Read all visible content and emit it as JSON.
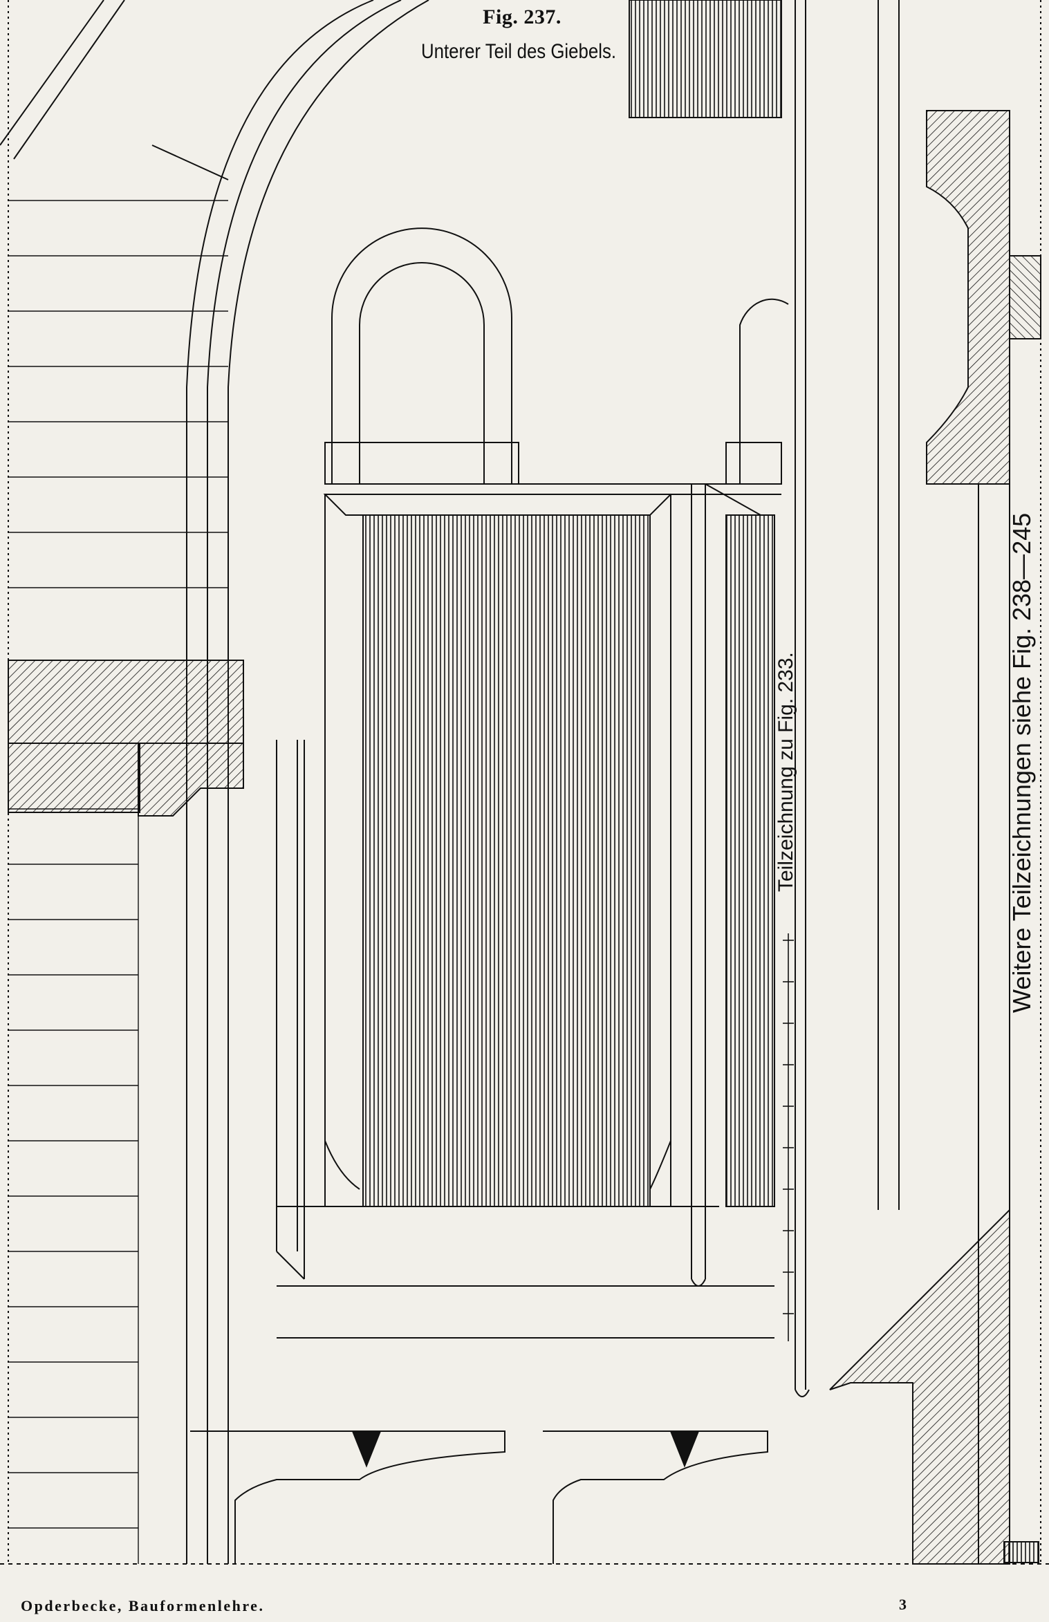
{
  "figure": {
    "number": "Fig. 237.",
    "caption": "Unterer Teil des Giebels."
  },
  "side_notes": {
    "detail_reference": "Teilzeichnung zu Fig. 233.",
    "further_details": "Weitere Teilzeichnungen siehe Fig. 238—245"
  },
  "footer": {
    "book": "Opderbecke, Bauformenlehre.",
    "signature_mark": "3"
  },
  "colors": {
    "paper": "#f2f0ea",
    "ink": "#111111"
  }
}
